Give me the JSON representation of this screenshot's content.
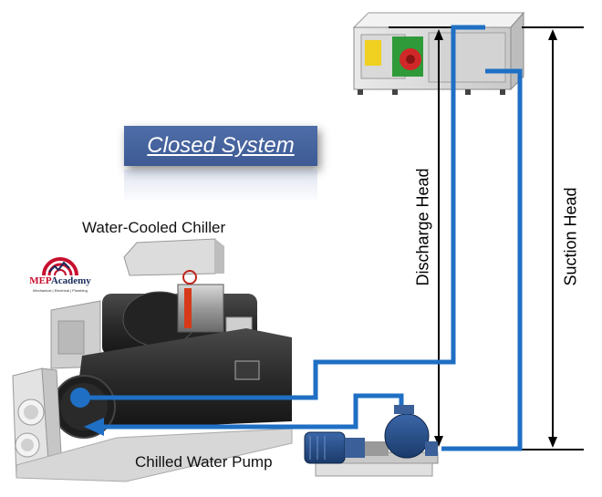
{
  "diagram": {
    "title": "Closed System",
    "chiller_label": "Water-Cooled Chiller",
    "pump_label": "Chilled Water Pump",
    "discharge_head_label": "Discharge Head",
    "suction_head_label": "Suction Head",
    "logo": {
      "name_part1": "MEP",
      "name_part2": "Academy",
      "tagline": "Mechanical | Electrical | Plumbing"
    },
    "colors": {
      "pipe": "#1f6fc4",
      "title_bg": "#4a68a3",
      "dimension_line": "#000000",
      "logo_red": "#c8102e",
      "logo_navy": "#1a2c5a"
    }
  }
}
